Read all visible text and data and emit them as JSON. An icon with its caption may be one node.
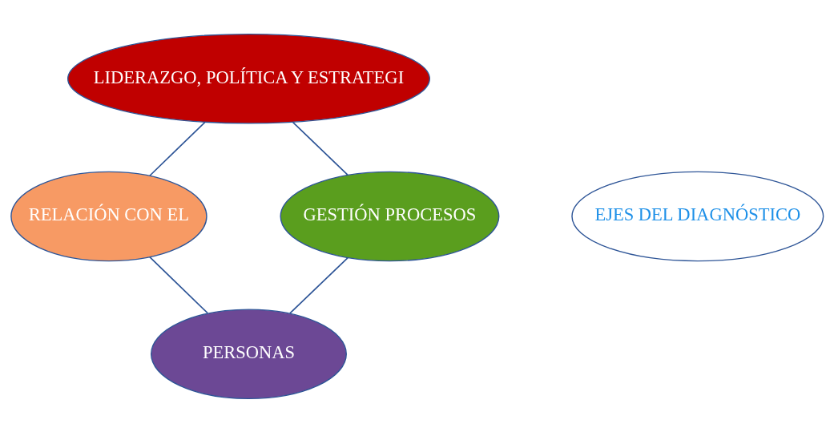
{
  "diagram": {
    "nodes": [
      {
        "text": [
          "LIDERAZGO, POLÍTICA Y ESTRATEGI"
        ]
      },
      {
        "text": [
          "RELACIÓN CON EL"
        ]
      },
      {
        "text": [
          "EJES DEL DIAGNÓSTICO"
        ]
      },
      {
        "text": [
          "GESTIÓN PROCESOS"
        ]
      },
      {
        "text": [
          "PERSONAS"
        ]
      }
    ],
    "edges": [
      {
        "from": 0,
        "to": 3,
        "arrow": "none"
      },
      {
        "from": 0,
        "to": 1,
        "arrow": "none"
      },
      {
        "from": 3,
        "to": 4,
        "arrow": "none"
      },
      {
        "from": 1,
        "to": 4,
        "arrow": "none"
      }
    ]
  }
}
